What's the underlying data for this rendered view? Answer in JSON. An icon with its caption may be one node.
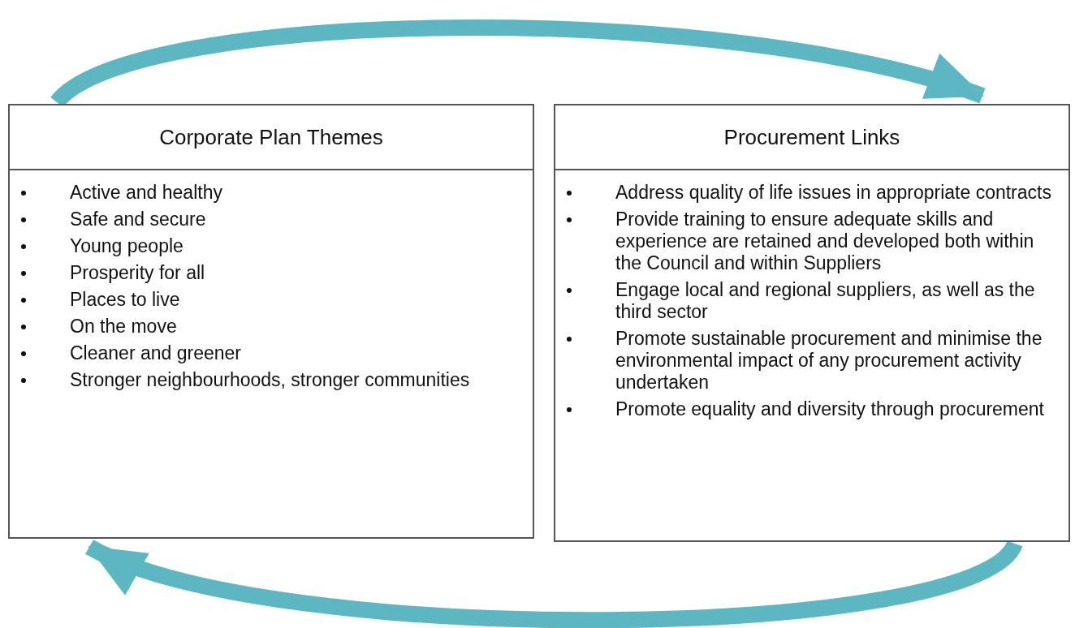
{
  "diagram": {
    "nodes": [
      {
        "text": [
          "Corporate Plan Themes",
          "Active and healthy",
          "Safe and secure",
          "Young people",
          "Prosperity for all",
          "Places to live",
          "On the move",
          "Cleaner and greener",
          "Stronger neighbourhoods, stronger communities"
        ]
      },
      {
        "text": [
          "Procurement Links",
          "Address quality of life issues in appropriate contracts",
          "Provide training to ensure adequate skills and experience are retained and developed both within the Council and within Suppliers",
          "Engage local and regional suppliers, as well as the third sector",
          "Promote sustainable procurement and minimise the environmental impact of any procurement activity undertaken",
          "Promote equality and diversity through procurement"
        ]
      }
    ],
    "edges": [
      {
        "from": 0,
        "to": 1,
        "arrow": "to"
      },
      {
        "from": 1,
        "to": 0,
        "arrow": "to"
      }
    ]
  }
}
